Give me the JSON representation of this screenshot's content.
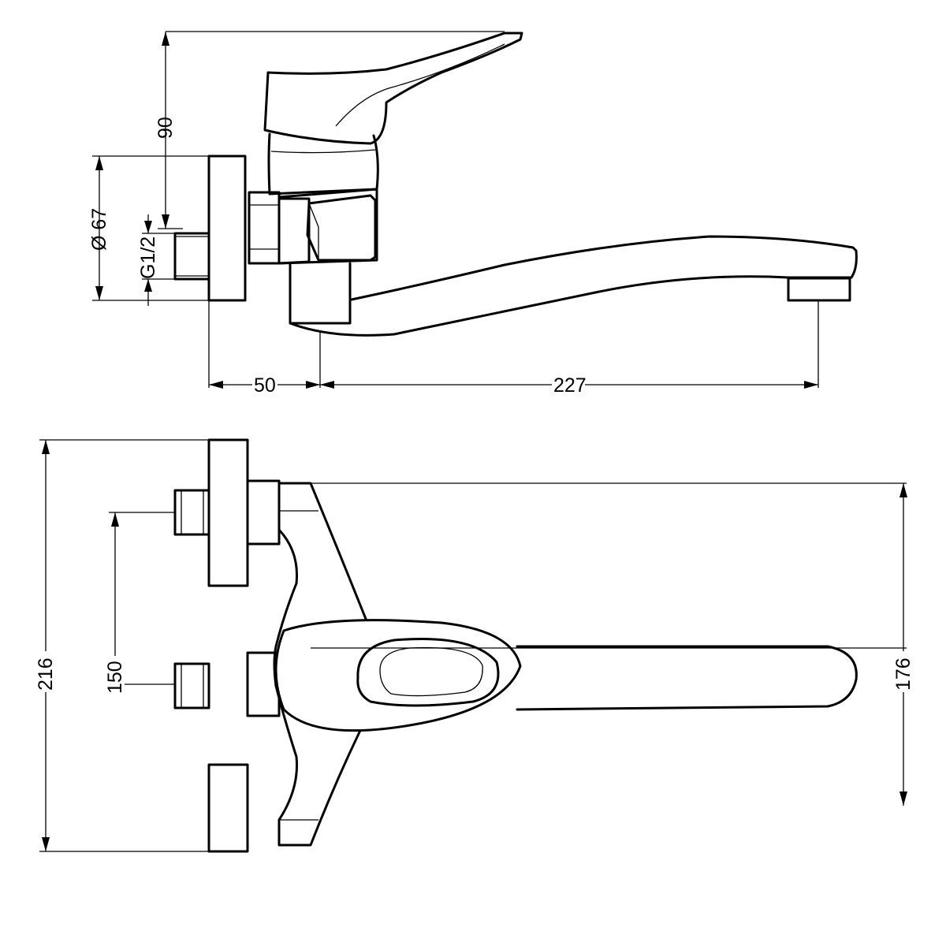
{
  "side_view": {
    "dims": {
      "height_lever": "90",
      "rosette_diameter": "Ø 67",
      "thread": "G1/2",
      "wall_to_axis": "50",
      "spout_reach": "227"
    }
  },
  "top_view": {
    "dims": {
      "overall_height": "216",
      "inlet_spacing": "150",
      "body_height": "176"
    }
  }
}
